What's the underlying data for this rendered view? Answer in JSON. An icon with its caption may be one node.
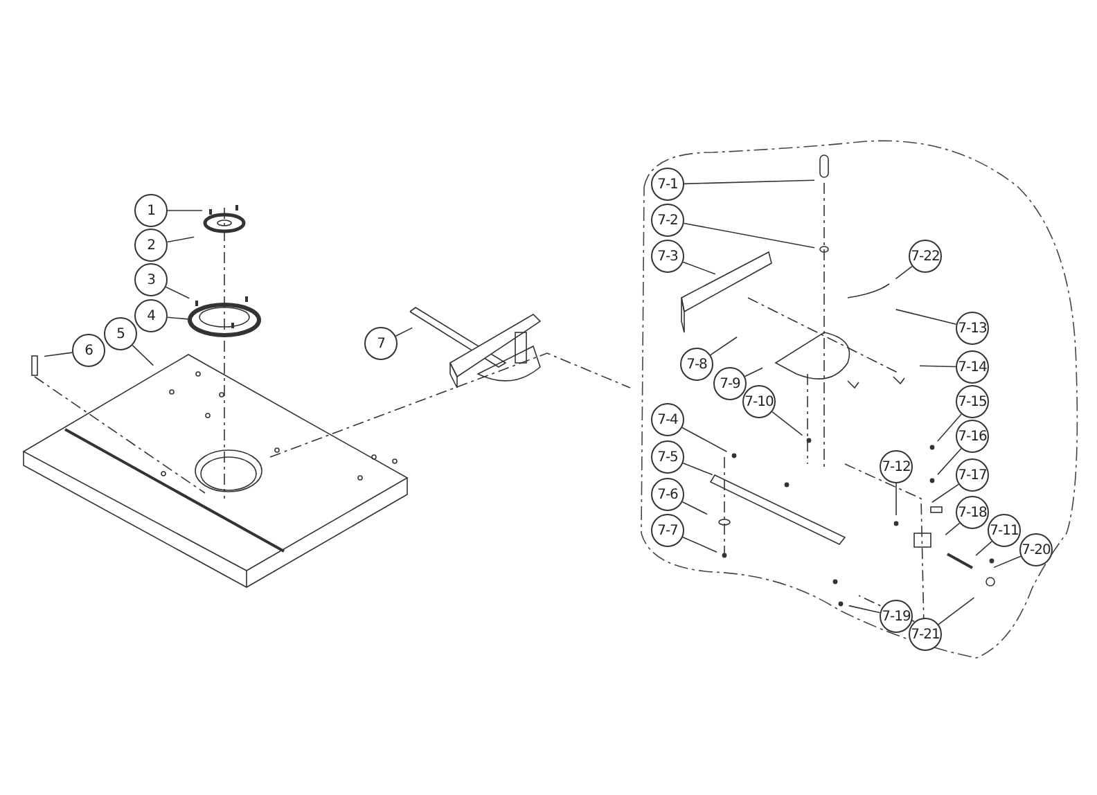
{
  "diagram": {
    "nodes": [
      {
        "text": [
          "1"
        ]
      },
      {
        "text": [
          "2"
        ]
      },
      {
        "text": [
          "3"
        ]
      },
      {
        "text": [
          "4"
        ]
      },
      {
        "text": [
          "5"
        ]
      },
      {
        "text": [
          "6"
        ]
      },
      {
        "text": [
          "7"
        ]
      },
      {
        "text": [],
        "shape": "cloud"
      },
      {
        "text": [
          "7-1"
        ],
        "in": 7
      },
      {
        "text": [
          "7-2"
        ],
        "in": 7
      },
      {
        "text": [
          "7-3"
        ],
        "in": 7
      },
      {
        "text": [
          "7-4"
        ],
        "in": 7
      },
      {
        "text": [
          "7-5"
        ],
        "in": 7
      },
      {
        "text": [
          "7-6"
        ],
        "in": 7
      },
      {
        "text": [
          "7-7"
        ],
        "in": 7
      },
      {
        "text": [
          "7-8"
        ],
        "in": 7
      },
      {
        "text": [
          "7-9"
        ],
        "in": 7
      },
      {
        "text": [
          "7-10"
        ],
        "in": 7
      },
      {
        "text": [
          "7-11"
        ],
        "in": 7
      },
      {
        "text": [
          "7-12"
        ],
        "in": 7
      },
      {
        "text": [
          "7-13"
        ],
        "in": 7
      },
      {
        "text": [
          "7-14"
        ],
        "in": 7
      },
      {
        "text": [
          "7-15"
        ],
        "in": 7
      },
      {
        "text": [
          "7-16"
        ],
        "in": 7
      },
      {
        "text": [
          "7-17"
        ],
        "in": 7
      },
      {
        "text": [
          "7-18"
        ],
        "in": 7
      },
      {
        "text": [
          "7-19"
        ],
        "in": 7
      },
      {
        "text": [
          "7-20"
        ],
        "in": 7
      },
      {
        "text": [
          "7-21"
        ],
        "in": 7
      },
      {
        "text": [
          "7-22"
        ],
        "in": 7
      }
    ],
    "edges": [
      {
        "from": 0,
        "to": null,
        "arrow": "none"
      },
      {
        "from": 1,
        "to": null,
        "arrow": "none"
      },
      {
        "from": 2,
        "to": null,
        "arrow": "none"
      },
      {
        "from": 3,
        "to": null,
        "arrow": "none"
      },
      {
        "from": 4,
        "to": null,
        "arrow": "none"
      },
      {
        "from": 5,
        "to": null,
        "arrow": "none"
      },
      {
        "from": 6,
        "to": null,
        "arrow": "none"
      },
      {
        "from": 8,
        "to": null,
        "arrow": "none"
      },
      {
        "from": 9,
        "to": null,
        "arrow": "none"
      },
      {
        "from": 10,
        "to": null,
        "arrow": "none"
      },
      {
        "from": 11,
        "to": null,
        "arrow": "none"
      },
      {
        "from": 12,
        "to": null,
        "arrow": "none"
      },
      {
        "from": 13,
        "to": null,
        "arrow": "none"
      },
      {
        "from": 14,
        "to": null,
        "arrow": "none"
      },
      {
        "from": 15,
        "to": null,
        "arrow": "none"
      },
      {
        "from": 16,
        "to": null,
        "arrow": "none"
      },
      {
        "from": 17,
        "to": null,
        "arrow": "none"
      },
      {
        "from": 18,
        "to": null,
        "arrow": "none"
      },
      {
        "from": 19,
        "to": null,
        "arrow": "none"
      },
      {
        "from": 20,
        "to": null,
        "arrow": "none"
      },
      {
        "from": 21,
        "to": null,
        "arrow": "none"
      },
      {
        "from": 22,
        "to": null,
        "arrow": "none"
      },
      {
        "from": 23,
        "to": null,
        "arrow": "none"
      },
      {
        "from": 24,
        "to": null,
        "arrow": "none"
      },
      {
        "from": 25,
        "to": null,
        "arrow": "none"
      },
      {
        "from": 26,
        "to": null,
        "arrow": "none"
      },
      {
        "from": 27,
        "to": null,
        "arrow": "none"
      },
      {
        "from": 28,
        "to": null,
        "arrow": "none"
      },
      {
        "from": 29,
        "to": null,
        "arrow": "none"
      }
    ]
  }
}
